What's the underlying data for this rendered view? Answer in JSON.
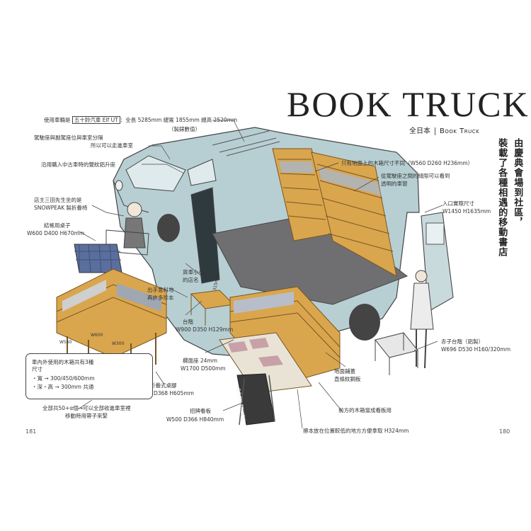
{
  "title": "BOOK TRUCK",
  "subtitle": {
    "region": "全日本",
    "en": "Book Truck"
  },
  "vertical_text": [
    "由慶典會場到社區，",
    "裝載了各種相遇的移動書店"
  ],
  "page_numbers": {
    "left": "181",
    "right": "180"
  },
  "annotations": {
    "vehicle_model_prefix": "使用車輛是",
    "vehicle_model": "五十鈴汽車 Elf UT",
    "vehicle_dims": "：全長 5285mm 總寬 1855mm 總高 2520mm",
    "vehicle_dims_note": "（製錶數值）",
    "driver_area": "駕駛座與副駕座位與車室分隔",
    "driver_area_2": "所以可以走進車室",
    "used_truck": "沿用購入中古車時的雙紋鋁升座",
    "chair_note_1": "店主三田先生坐的是",
    "chair_note_2": "SNOWPEAK 製折疊椅",
    "chair_size_label": "結帳用桌子",
    "chair_size": "W600 D400 H670mm",
    "wood_wall_1": "只有地面上的木箱尺寸不同（W560 D260 H236mm）",
    "wood_wall_2": "從駕駛座之間的縫隙可以看到",
    "wood_wall_3": "透明的車窗",
    "door_label": "入口實際尺寸",
    "door_size": "W1450 H1635mm",
    "small_shop_1": "貨車小小",
    "small_shop_2": "的店名",
    "lift_1": "出手意料地",
    "lift_2": "再許多珍本",
    "step_label": "台階",
    "step_size": "W900 D350 H129mm",
    "shelf_label": "欄面座 24mm",
    "shelf_size": "W1700 D500mm",
    "fold_table_label": "折疊式桌腳",
    "fold_table_size": "W.D368 H605mm",
    "floor_1": "地面鋪蓋",
    "floor_2": "直條紋鋼板",
    "ladder_label": "赤子台階（鋁製）",
    "ladder_size": "W696 D530 H160/320mm",
    "sign_label": "招牌看板",
    "sign_size": "W500 D366 H840mm",
    "sign_text": "BOOK TRUCK",
    "front_box": "前方的木箱當成看板用",
    "bottom_note": "擦本放在位置較低的地方方便拿取 H324mm",
    "total_1": "全部共50+α個→可以全部收進車室裡",
    "total_2": "移動時用帶子來緊",
    "dims_small_1": "W560",
    "dims_small_2": "W600",
    "dims_small_3": "W300",
    "dims_small_4": "315mm"
  },
  "notebox": {
    "line1": "車內外使用的木箱共有3種",
    "line1b": "尺寸",
    "line2": "・寬 → 300/450/600mm",
    "line3": "・深・高 → 300mm 共通"
  },
  "colors": {
    "truck_body": "#b7cfd3",
    "truck_shadow": "#8eaab0",
    "wood": "#d9a64e",
    "wood_dark": "#b07e2e",
    "floor": "#6f6f72",
    "tablecloth": "#5b6f9e",
    "ink": "#333333"
  }
}
